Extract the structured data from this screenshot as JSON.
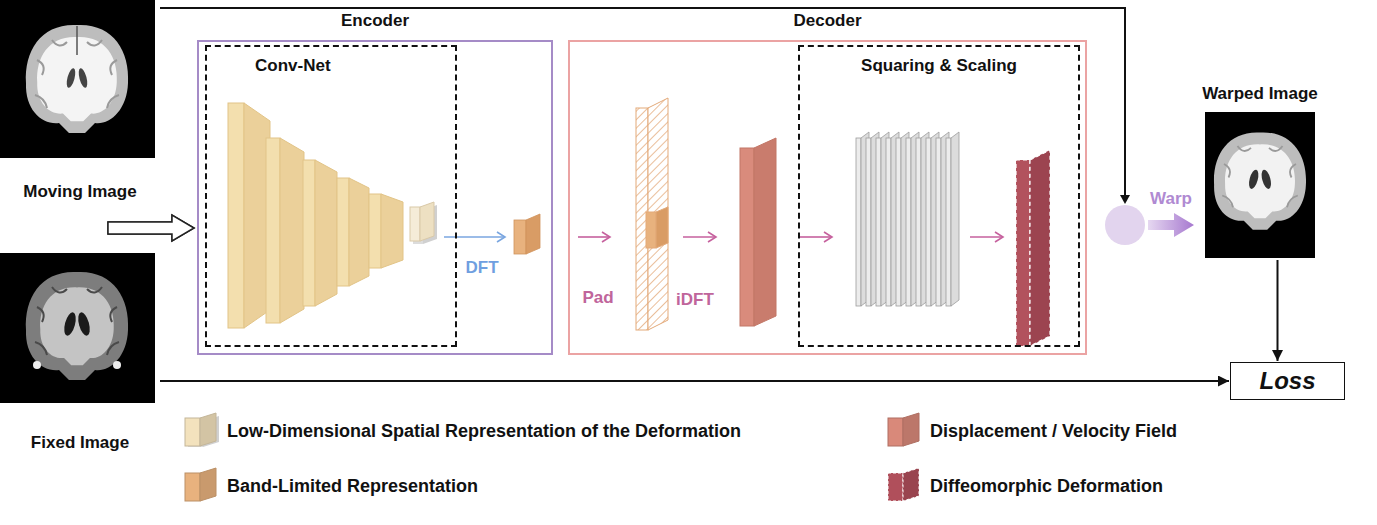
{
  "diagram": {
    "nodes": [
      {
        "text": [
          "Moving Image"
        ]
      },
      {
        "text": [
          "Fixed Image"
        ]
      },
      {
        "text": [
          "Encoder"
        ]
      },
      {
        "text": [
          "Conv-Net"
        ],
        "in": 2
      },
      {
        "text": [
          "Decoder"
        ]
      },
      {
        "text": [
          "Squaring & Scaling"
        ],
        "in": 4
      },
      {
        "text": [
          "Warped Image"
        ]
      },
      {
        "text": [
          "Loss"
        ]
      }
    ],
    "edges": [
      {
        "from": 0,
        "to": 2,
        "arrow": "to"
      },
      {
        "from": 1,
        "to": 2,
        "arrow": "to"
      },
      {
        "from": 0,
        "to": 6,
        "arrow": "to",
        "label": "Warp"
      },
      {
        "from": 6,
        "to": 7,
        "arrow": "to"
      },
      {
        "from": 1,
        "to": 7,
        "arrow": "to"
      }
    ],
    "labels": [
      "DFT",
      "Pad",
      "iDFT"
    ],
    "legend": [
      {
        "text": "Low-Dimensional Spatial Representation of the Deformation",
        "color": "#f3e2bd"
      },
      {
        "text": "Band-Limited Representation",
        "color": "#e8b27e"
      },
      {
        "text": "Displacement / Velocity Field",
        "color": "#d9897a"
      },
      {
        "text": "Diffeomorphic Deformation",
        "color": "#b04f5b"
      }
    ]
  }
}
